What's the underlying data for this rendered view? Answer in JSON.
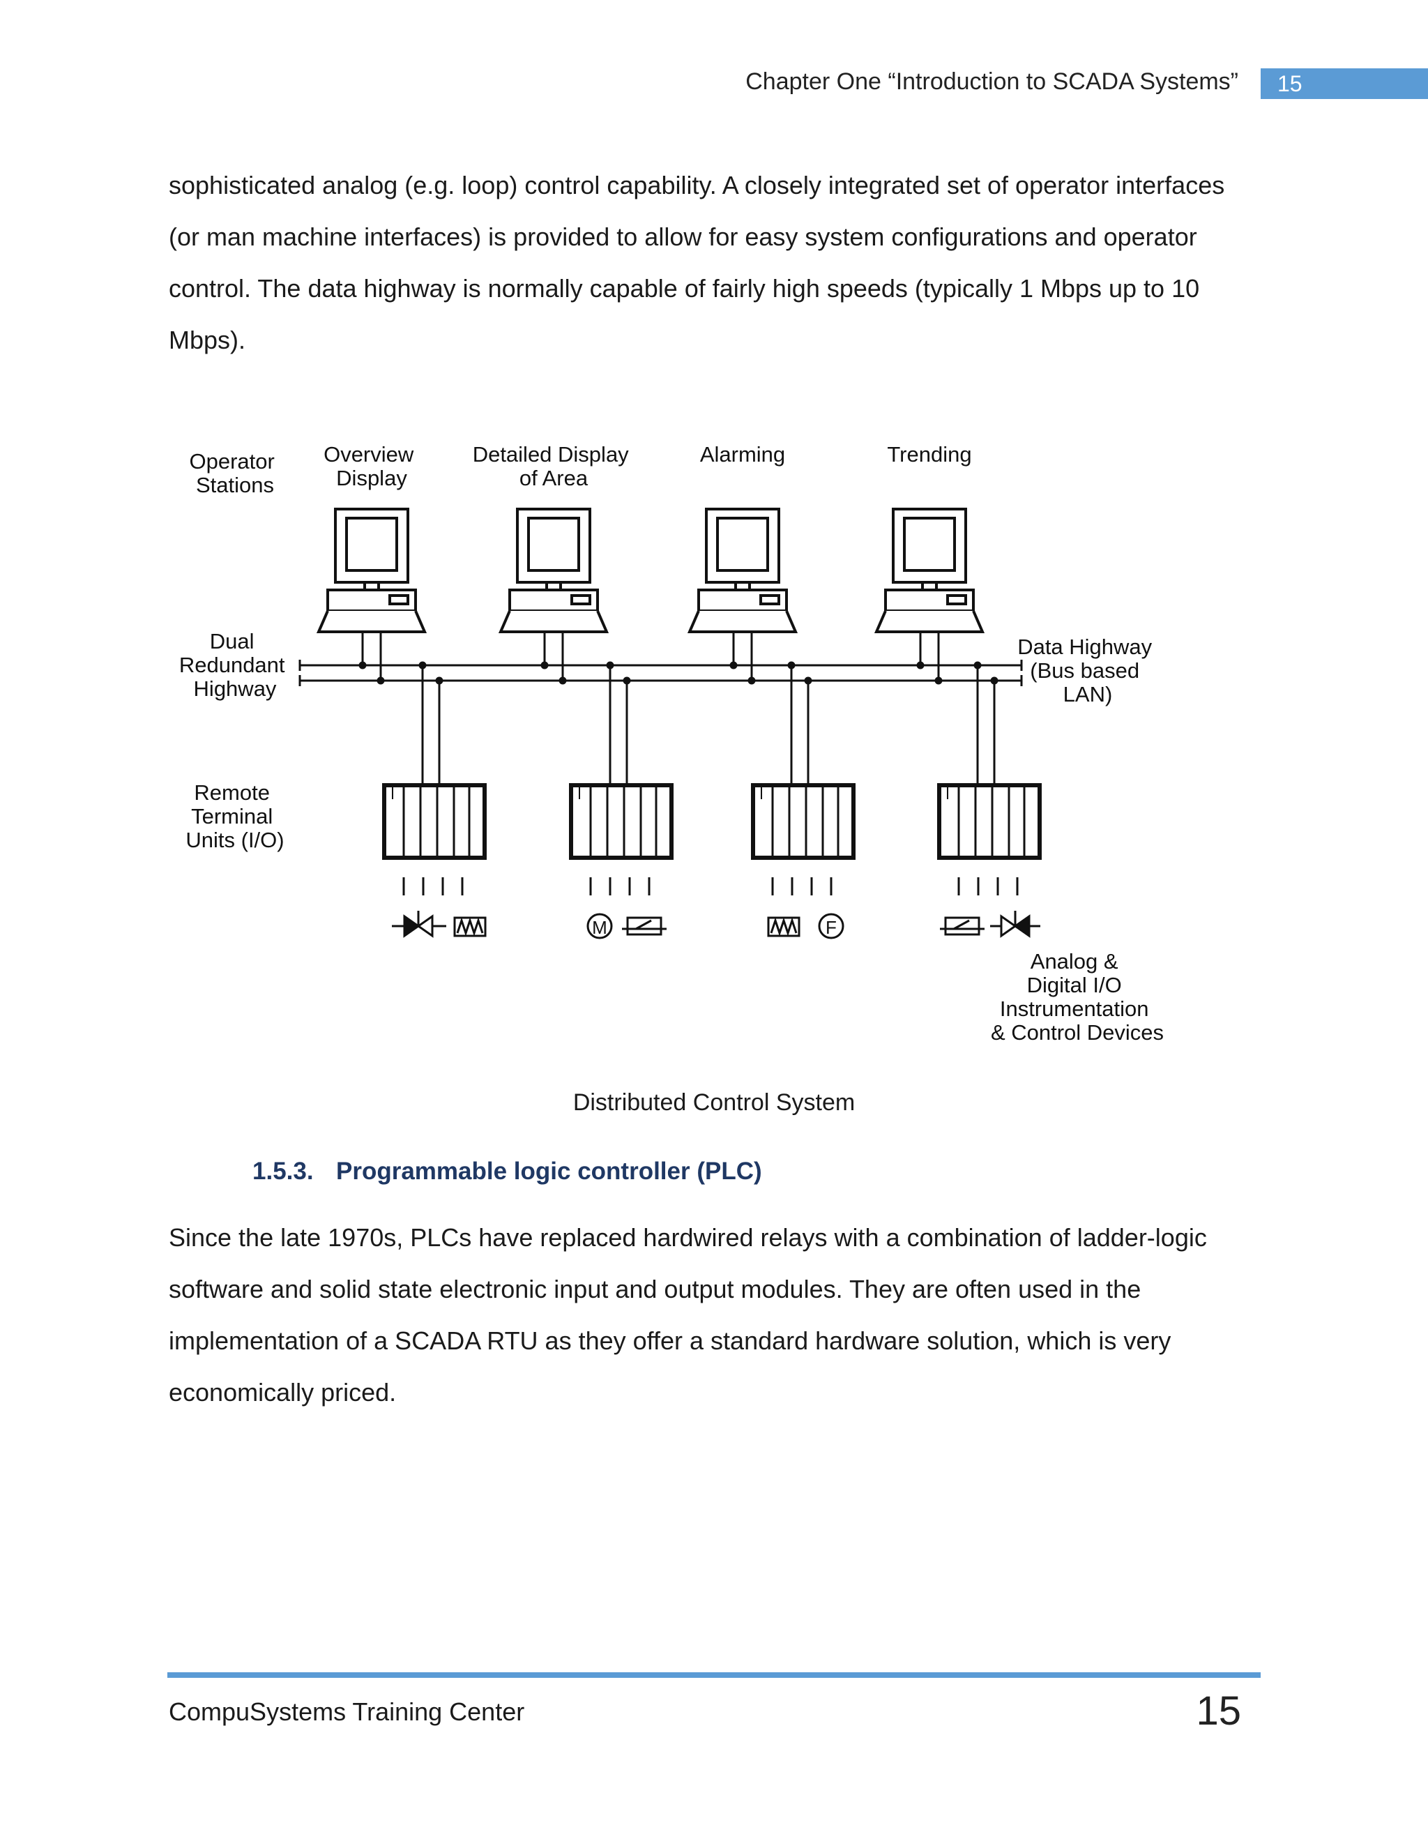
{
  "header": {
    "chapter_title": "Chapter One “Introduction to SCADA Systems”",
    "page_number": "15"
  },
  "paragraph1": "sophisticated analog (e.g. loop) control capability. A closely integrated set of operator interfaces (or man machine interfaces) is provided to allow for easy system configurations and operator control. The data highway is normally capable of fairly high speeds (typically 1 Mbps up to 10 Mbps).",
  "figure": {
    "operator_stations": [
      "Operator",
      "Stations"
    ],
    "stations": [
      {
        "label": [
          "Overview",
          "Display"
        ]
      },
      {
        "label": [
          "Detailed Display",
          "of Area"
        ]
      },
      {
        "label": [
          "Alarming"
        ]
      },
      {
        "label": [
          "Trending"
        ]
      }
    ],
    "dual_highway": [
      "Dual",
      "Redundant",
      "Highway"
    ],
    "data_highway": [
      "Data Highway",
      "(Bus based",
      "LAN)"
    ],
    "rtu": [
      "Remote",
      "Terminal",
      "Units (I/O)"
    ],
    "io_devices": [
      "Analog &",
      "Digital I/O",
      "Instrumentation",
      "& Control Devices"
    ],
    "device_letters": {
      "motor": "M",
      "flow": "F"
    },
    "icons": [
      "valve-icon",
      "heater-icon",
      "motor-icon",
      "switch-icon",
      "flow-meter-icon"
    ]
  },
  "caption": "Distributed Control System",
  "section": {
    "number": "1.5.3.",
    "title": "Programmable logic controller (PLC)"
  },
  "paragraph2": "Since the late 1970s, PLCs have replaced hardwired relays with a combination of ladder-logic software and solid state electronic input and output modules. They are often used in the implementation of a SCADA RTU as they offer a standard hardware solution, which is very economically priced.",
  "footer": {
    "organization": "CompuSystems Training Center",
    "page_number": "15"
  },
  "colors": {
    "accent": "#5b9bd5",
    "heading": "#1f3864"
  }
}
